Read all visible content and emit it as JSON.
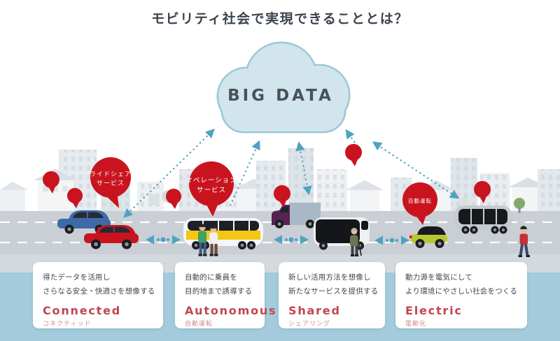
{
  "title": "モビリティ社会で実現できることとは？",
  "cloud": {
    "label": "BIG DATA"
  },
  "balloons": {
    "rideshare": {
      "line1": "ライドシェア",
      "line2": "サービス"
    },
    "operation": {
      "line1": "オペレーション",
      "line2": "サービス"
    },
    "autonomous": {
      "label": "自動運転"
    }
  },
  "cards": [
    {
      "description_line1": "得たデータを活用し",
      "description_line2": "さらなる安全・快適さを想像する",
      "keyword": "Connected",
      "keyword_ja": "コネクティッド"
    },
    {
      "description_line1": "自動的に乗員を",
      "description_line2": "目的地まで誘導する",
      "keyword": "Autonomous",
      "keyword_ja": "自動運転"
    },
    {
      "description_line1": "新しい活用方法を想像し",
      "description_line2": "新たなサービスを提供する",
      "keyword": "Shared",
      "keyword_ja": "シェアリング"
    },
    {
      "description_line1": "動力源を電気にして",
      "description_line2": "より環境にやさしい社会をつくる",
      "keyword": "Electric",
      "keyword_ja": "電動化"
    }
  ],
  "colors": {
    "accent_red": "#c9141f",
    "keyword_red": "#c2454e",
    "cloud_fill": "#d2e5ec",
    "cloud_border": "#9cc7d7",
    "cloud_text": "#4a5158",
    "arrow_blue": "#4fa3c2",
    "road_gray": "#c9cfd5",
    "bottom_blue": "#a3cbdb",
    "title_text": "#3a434c"
  }
}
